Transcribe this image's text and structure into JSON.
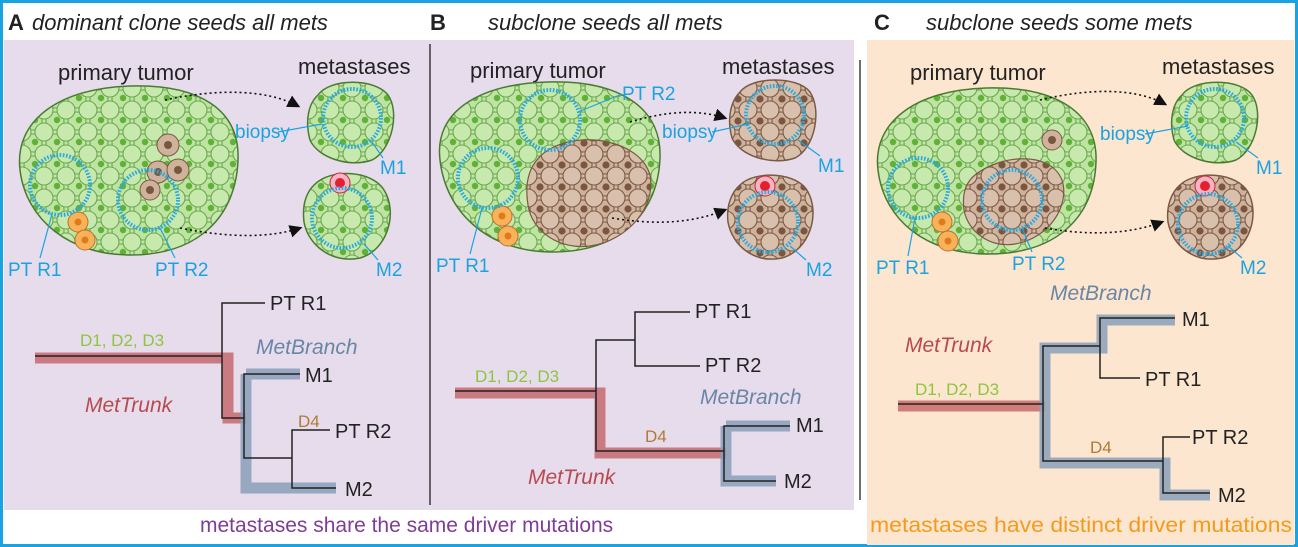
{
  "panels": [
    {
      "letter": "A",
      "title": "dominant clone seeds all mets",
      "primary_tumor": "primary tumor",
      "metastases": "metastases",
      "biopsy": "biopsy",
      "pt_r1": "PT R1",
      "pt_r2": "PT R2",
      "m1": "M1",
      "m2": "M2",
      "drivers": "D1, D2, D3",
      "d4": "D4",
      "met_trunk": "MetTrunk",
      "met_branch": "MetBranch"
    },
    {
      "letter": "B",
      "title": "subclone seeds all mets",
      "primary_tumor": "primary tumor",
      "metastases": "metastases",
      "biopsy": "biopsy",
      "pt_r1": "PT R1",
      "pt_r2": "PT R2",
      "m1": "M1",
      "m2": "M2",
      "drivers": "D1, D2, D3",
      "d4": "D4",
      "met_trunk": "MetTrunk",
      "met_branch": "MetBranch"
    },
    {
      "letter": "C",
      "title": "subclone seeds some mets",
      "primary_tumor": "primary tumor",
      "metastases": "metastases",
      "biopsy": "biopsy",
      "pt_r1": "PT R1",
      "pt_r2": "PT R2",
      "m1": "M1",
      "m2": "M2",
      "drivers": "D1, D2, D3",
      "d4": "D4",
      "met_trunk": "MetTrunk",
      "met_branch": "MetBranch"
    }
  ],
  "footers": {
    "shared": "metastases share the same driver mutations",
    "distinct": "metastases have distinct driver mutations"
  },
  "colors": {
    "frame": "#1aa3e0",
    "purple_bg": "#e6dcec",
    "orange_bg": "#fde6cf",
    "green_cell": "#b9e19a",
    "brown_cell": "#c8a890",
    "trunk_red": "#c05a5e",
    "branch_blue": "#8a9fb8",
    "biopsy_blue": "#27a9e1"
  }
}
